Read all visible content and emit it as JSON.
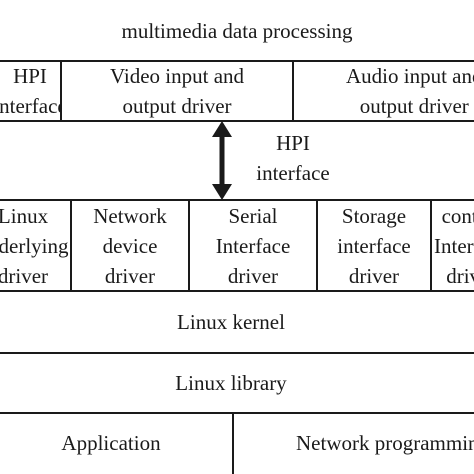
{
  "top": {
    "title": "multimedia data processing"
  },
  "drivers_top": [
    {
      "label": "HPI\ninterface"
    },
    {
      "label": "Video input and\noutput driver"
    },
    {
      "label": "Audio input and\noutput driver"
    }
  ],
  "hpi": {
    "label": "HPI\ninterface"
  },
  "drivers_mid": [
    {
      "label": "Linux\nunderlying\ndriver"
    },
    {
      "label": "Network\ndevice\ndriver"
    },
    {
      "label": "Serial\nInterface\ndriver"
    },
    {
      "label": "Storage\ninterface\ndriver"
    },
    {
      "label": "control\nInterface\ndriver"
    }
  ],
  "kernel": {
    "label": "Linux kernel"
  },
  "library": {
    "label": "Linux library"
  },
  "apps": [
    {
      "label": "Application"
    },
    {
      "label": "Network programming"
    }
  ]
}
